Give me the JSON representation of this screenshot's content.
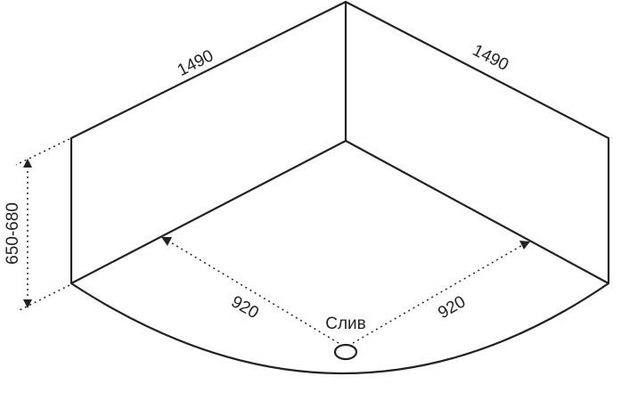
{
  "dimensions": {
    "length_left": "1490",
    "length_right": "1490",
    "height": "650-680",
    "depth_left": "920",
    "depth_right": "920"
  },
  "labels": {
    "drain": "Слив"
  }
}
